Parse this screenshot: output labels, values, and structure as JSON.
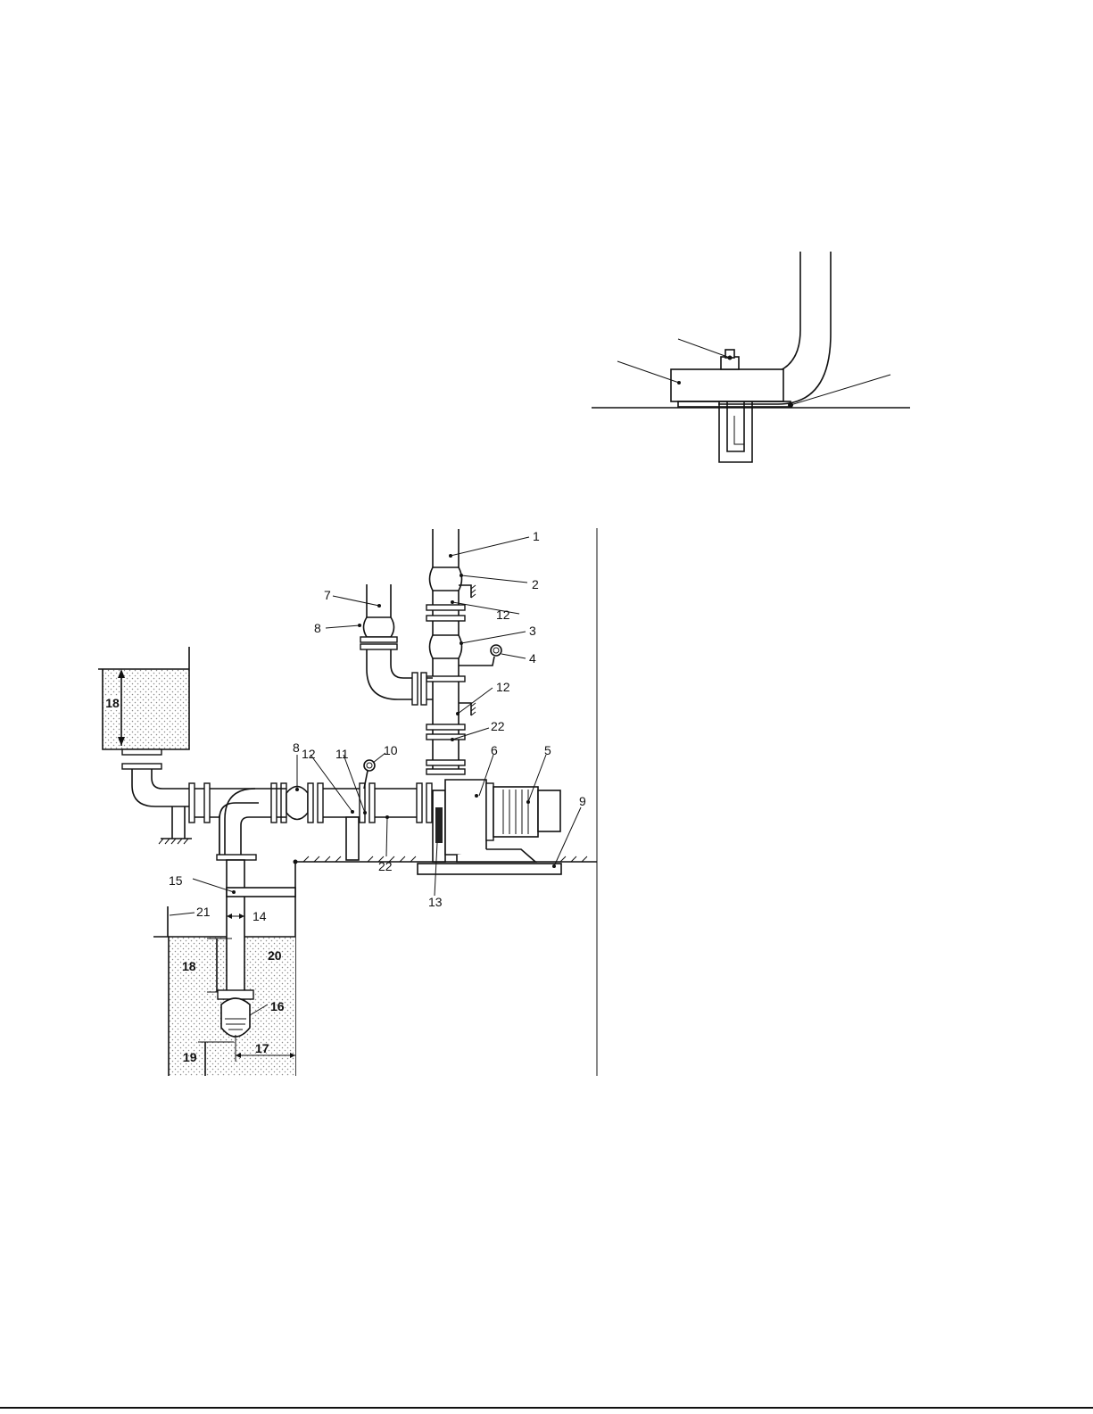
{
  "detail": {
    "labels": []
  },
  "diagram": {
    "labels": {
      "l1": "1",
      "l2": "2",
      "l12a": "12",
      "l3": "3",
      "l4": "4",
      "l7": "7",
      "l8a": "8",
      "l12b": "12",
      "l22a": "22",
      "l8b": "8",
      "l12c": "12",
      "l11": "11",
      "l10": "10",
      "l6": "6",
      "l5": "5",
      "l9": "9",
      "l22b": "22",
      "l13": "13",
      "l15": "15",
      "l21": "21",
      "l14": "14",
      "l18a": "18",
      "l18b": "18",
      "l20": "20",
      "l16": "16",
      "l19": "19",
      "l17": "17"
    }
  }
}
